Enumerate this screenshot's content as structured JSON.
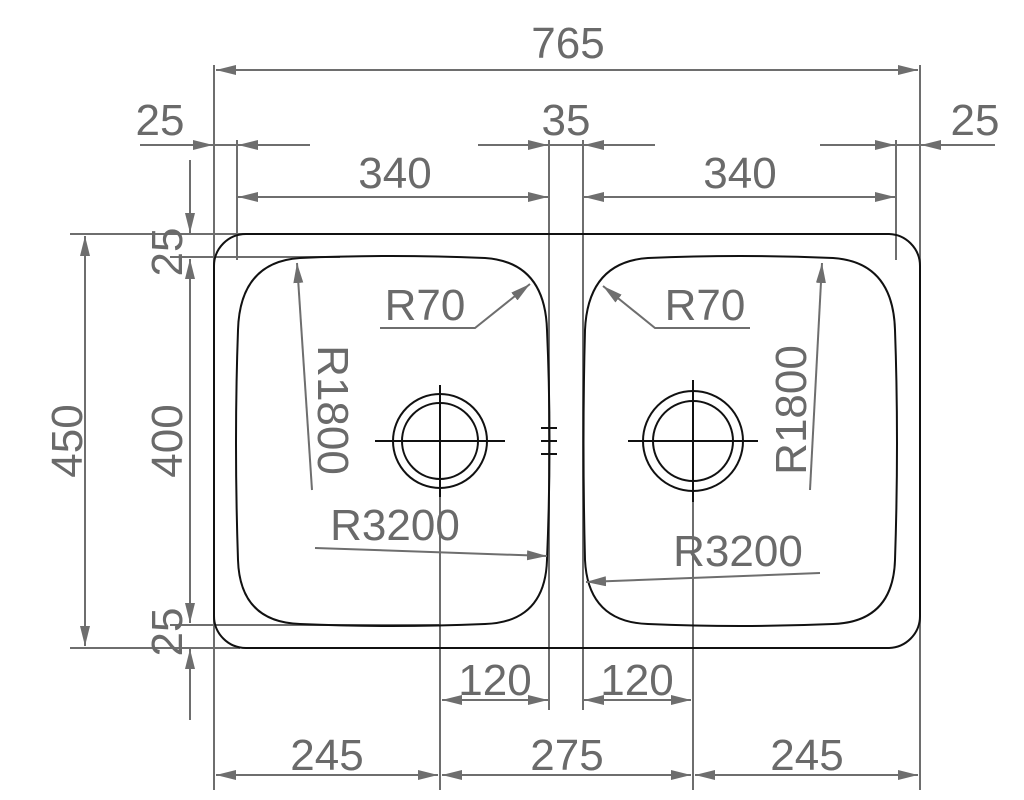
{
  "drawing": {
    "overall_width": "765",
    "left_margin": "25",
    "center_divider": "35",
    "right_margin": "25",
    "left_bowl_width": "340",
    "right_bowl_width": "340",
    "overall_depth": "450",
    "bowl_depth": "400",
    "top_margin": "25",
    "bottom_margin": "25",
    "left_corner_radius": "R70",
    "right_corner_radius": "R70",
    "left_side_radius": "R1800",
    "right_side_radius": "R1800",
    "left_bottom_radius": "R3200",
    "right_bottom_radius": "R3200",
    "left_drain_offset": "120",
    "right_drain_offset": "120",
    "bottom_left": "245",
    "bottom_center": "275",
    "bottom_right": "245"
  }
}
